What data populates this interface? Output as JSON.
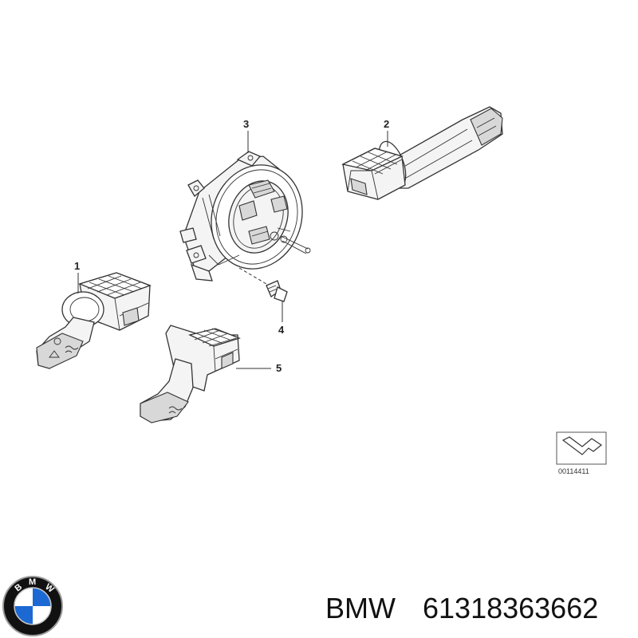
{
  "diagram": {
    "callouts": [
      {
        "id": "1",
        "label": "1"
      },
      {
        "id": "2",
        "label": "2"
      },
      {
        "id": "3",
        "label": "3"
      },
      {
        "id": "4",
        "label": "4"
      },
      {
        "id": "5",
        "label": "5"
      }
    ],
    "reference_code": "00114411"
  },
  "footer": {
    "brand": "BMW",
    "part_number": "61318363662",
    "logo_letters": "BMW",
    "logo_colors": {
      "ring": "#111111",
      "blue": "#1c69d4",
      "white": "#ffffff"
    }
  }
}
